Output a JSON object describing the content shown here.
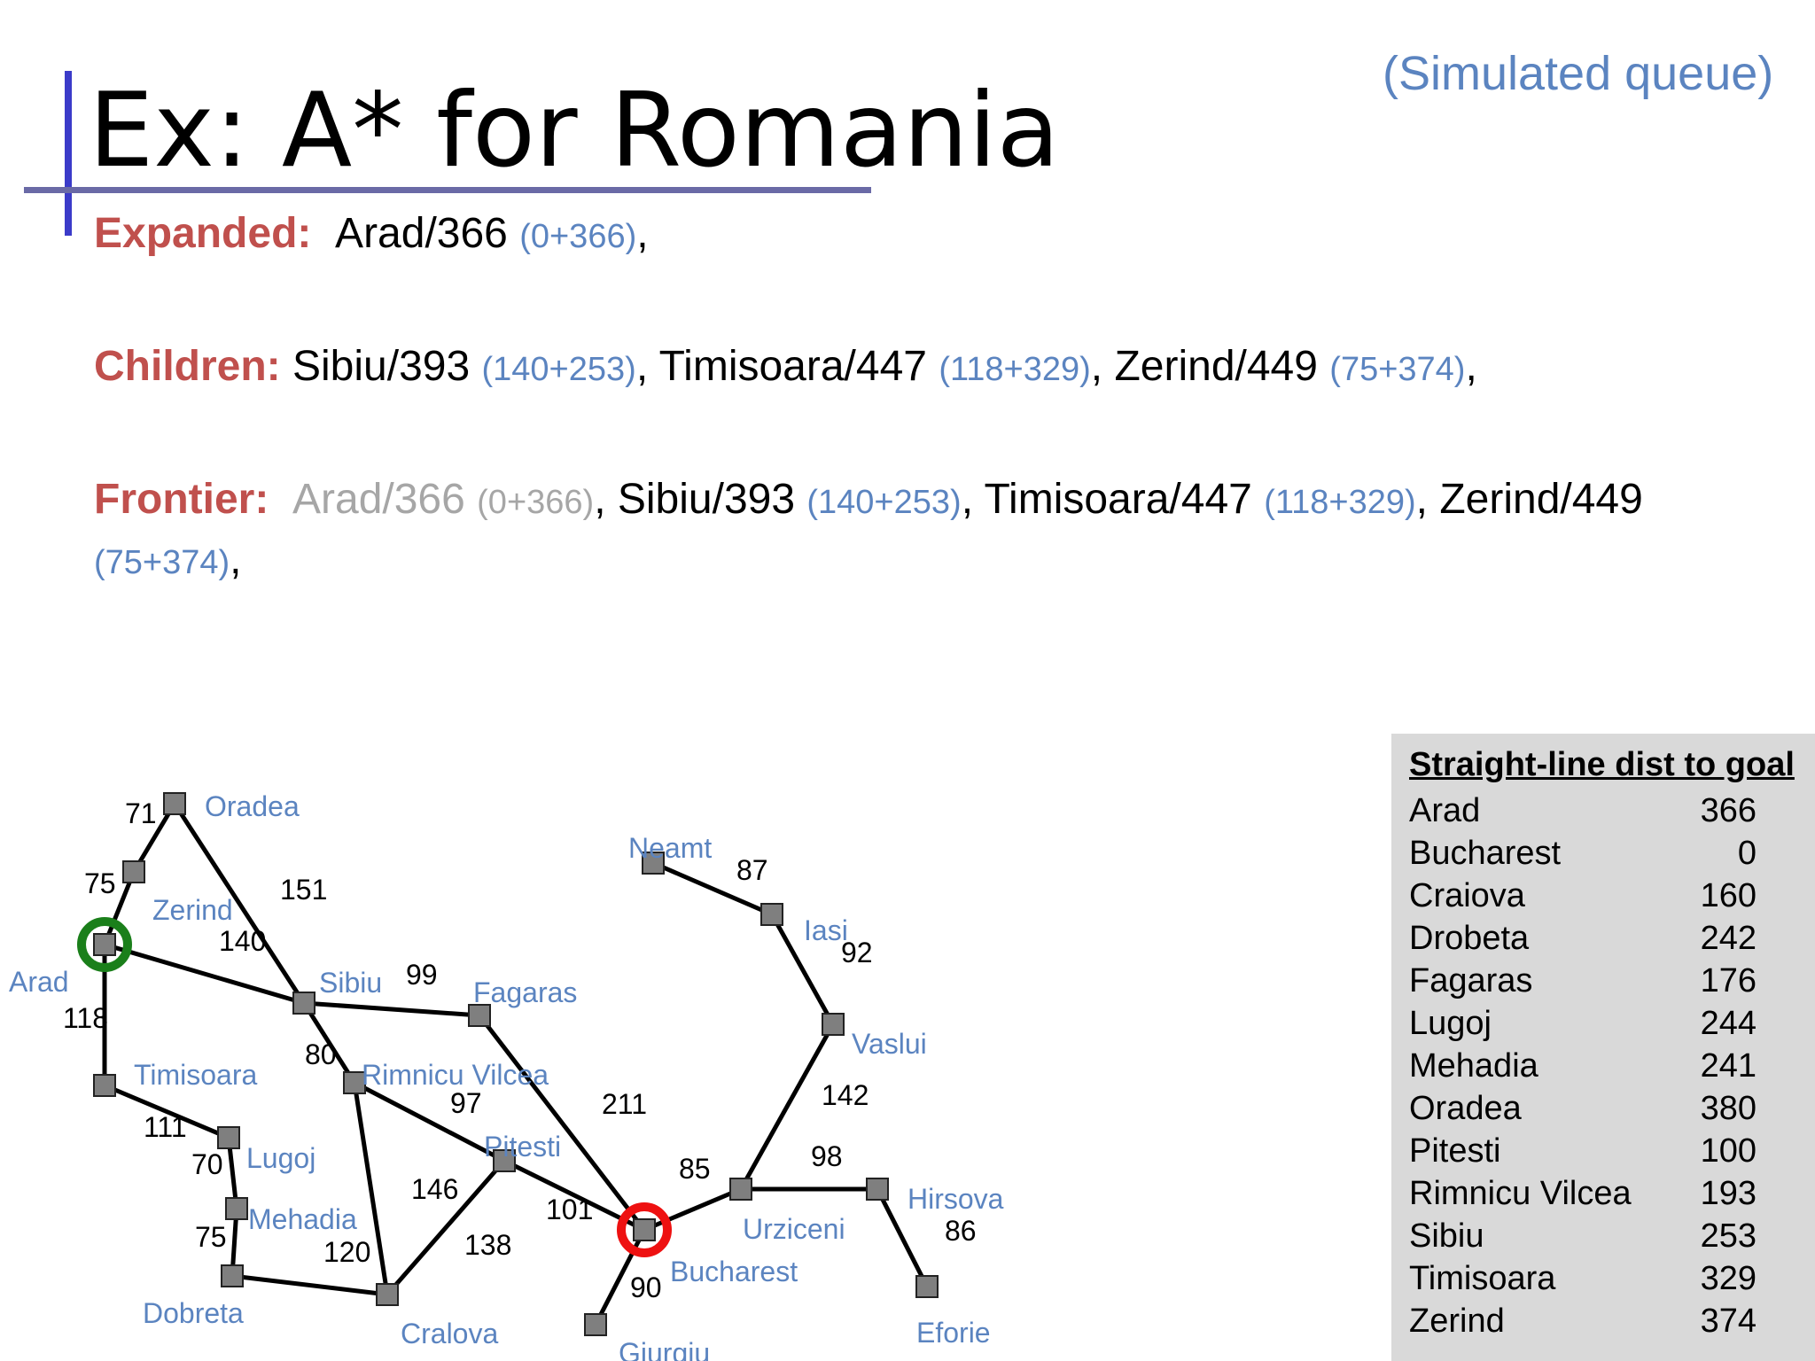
{
  "title": "Ex: A* for Romania",
  "subtitle": "(Simulated queue)",
  "expanded": {
    "label": "Expanded:",
    "items": [
      {
        "node": "Arad/366",
        "cost": "(0+366)"
      }
    ]
  },
  "children": {
    "label": "Children:",
    "items": [
      {
        "node": "Sibiu/393",
        "cost": "(140+253)"
      },
      {
        "node": "Timisoara/447",
        "cost": "(118+329)"
      },
      {
        "node": "Zerind/449",
        "cost": "(75+374)"
      }
    ]
  },
  "frontier": {
    "label": "Frontier:",
    "items": [
      {
        "node": "Arad/366",
        "cost": "(0+366)",
        "removed": true
      },
      {
        "node": "Sibiu/393",
        "cost": "(140+253)"
      },
      {
        "node": "Timisoara/447",
        "cost": "(118+329)"
      },
      {
        "node": "Zerind/449",
        "cost": "(75+374)"
      }
    ]
  },
  "map": {
    "colors": {
      "city": "#5b84c0",
      "start_ring": "#1a7f1a",
      "goal_ring": "#ee1111",
      "node_fill": "#7f7f7f"
    },
    "cities": {
      "oradea": "Oradea",
      "zerind": "Zerind",
      "arad": "Arad",
      "sibiu": "Sibiu",
      "fagaras": "Fagaras",
      "timisoara": "Timisoara",
      "rimnicu": "Rimnicu Vilcea",
      "lugoj": "Lugoj",
      "pitesti": "Pitesti",
      "mehadia": "Mehadia",
      "dobreta": "Dobreta",
      "craiova": "Cralova",
      "bucharest": "Bucharest",
      "giurgiu": "Giurgiu",
      "urziceni": "Urziceni",
      "hirsova": "Hirsova",
      "eforie": "Eforie",
      "vaslui": "Vaslui",
      "iasi": "Iasi",
      "neamt": "Neamt"
    },
    "edges": [
      {
        "from": "oradea",
        "to": "zerind",
        "cost": "71"
      },
      {
        "from": "zerind",
        "to": "arad",
        "cost": "75"
      },
      {
        "from": "oradea",
        "to": "sibiu",
        "cost": "151"
      },
      {
        "from": "arad",
        "to": "sibiu",
        "cost": "140"
      },
      {
        "from": "arad",
        "to": "timisoara",
        "cost": "118"
      },
      {
        "from": "sibiu",
        "to": "fagaras",
        "cost": "99"
      },
      {
        "from": "sibiu",
        "to": "rimnicu",
        "cost": "80"
      },
      {
        "from": "timisoara",
        "to": "lugoj",
        "cost": "111"
      },
      {
        "from": "lugoj",
        "to": "mehadia",
        "cost": "70"
      },
      {
        "from": "mehadia",
        "to": "dobreta",
        "cost": "75"
      },
      {
        "from": "dobreta",
        "to": "craiova",
        "cost": "120"
      },
      {
        "from": "rimnicu",
        "to": "craiova",
        "cost": "146"
      },
      {
        "from": "rimnicu",
        "to": "pitesti",
        "cost": "97"
      },
      {
        "from": "craiova",
        "to": "pitesti",
        "cost": "138"
      },
      {
        "from": "fagaras",
        "to": "bucharest",
        "cost": "211"
      },
      {
        "from": "pitesti",
        "to": "bucharest",
        "cost": "101"
      },
      {
        "from": "bucharest",
        "to": "giurgiu",
        "cost": "90"
      },
      {
        "from": "bucharest",
        "to": "urziceni",
        "cost": "85"
      },
      {
        "from": "urziceni",
        "to": "hirsova",
        "cost": "98"
      },
      {
        "from": "hirsova",
        "to": "eforie",
        "cost": "86"
      },
      {
        "from": "urziceni",
        "to": "vaslui",
        "cost": "142"
      },
      {
        "from": "vaslui",
        "to": "iasi",
        "cost": "92"
      },
      {
        "from": "iasi",
        "to": "neamt",
        "cost": "87"
      }
    ]
  },
  "table": {
    "title": "Straight-line dist to goal",
    "rows": [
      {
        "city": "Arad",
        "dist": "366"
      },
      {
        "city": "Bucharest",
        "dist": "0"
      },
      {
        "city": "Craiova",
        "dist": "160"
      },
      {
        "city": "Drobeta",
        "dist": "242"
      },
      {
        "city": "Fagaras",
        "dist": "176"
      },
      {
        "city": "Lugoj",
        "dist": "244"
      },
      {
        "city": "Mehadia",
        "dist": "241"
      },
      {
        "city": "Oradea",
        "dist": "380"
      },
      {
        "city": "Pitesti",
        "dist": "100"
      },
      {
        "city": "Rimnicu Vilcea",
        "dist": "193"
      },
      {
        "city": "Sibiu",
        "dist": "253"
      },
      {
        "city": "Timisoara",
        "dist": "329"
      },
      {
        "city": "Zerind",
        "dist": "374"
      }
    ]
  }
}
